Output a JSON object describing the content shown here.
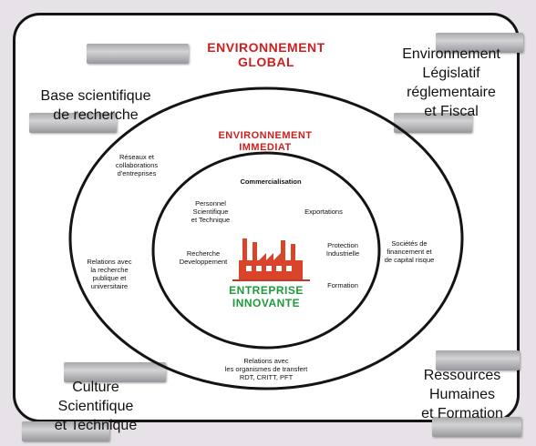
{
  "outer": {
    "title_line1": "ENVIRONNEMENT",
    "title_line2": "GLOBAL",
    "corner_top_left": [
      "Base scientifique",
      "de recherche"
    ],
    "corner_top_right": [
      "Environnement",
      "Législatif",
      "réglementaire",
      "et Fiscal"
    ],
    "corner_bottom_left": [
      "Culture",
      "Scientifique",
      "et Technique"
    ],
    "corner_bottom_right": [
      "Ressources",
      "Humaines",
      "et Formation"
    ]
  },
  "middle": {
    "title_line1": "ENVIRONNEMENT",
    "title_line2": "IMMEDIAT",
    "items": {
      "reseaux": [
        "Réseaux et",
        "collaborations",
        "d'entreprises"
      ],
      "societes": [
        "Sociétés de",
        "financement et",
        "de capital risque"
      ],
      "relations_recherche": [
        "Relations avec",
        "la recherche",
        "publique et",
        "universitaire"
      ],
      "relations_transfert": [
        "Relations avec",
        "les organismes de transfert",
        "RDT, CRITT, PFT"
      ]
    }
  },
  "inner": {
    "items": {
      "commercialisation": [
        "Commercialisation"
      ],
      "personnel": [
        "Personnel",
        "Scientifique",
        "et Technique"
      ],
      "exportations": [
        "Exportations"
      ],
      "recherche": [
        "Recherche",
        "Developpement"
      ],
      "protection": [
        "Protection",
        "Industrielle"
      ],
      "formation": [
        "Formation"
      ]
    },
    "title_line1": "ENTREPRISE",
    "title_line2": "INNOVANTE",
    "factory_icon": "factory-icon"
  },
  "colors": {
    "red": "#cc1f1f",
    "green": "#1d9a3c",
    "frame": "#141414"
  }
}
